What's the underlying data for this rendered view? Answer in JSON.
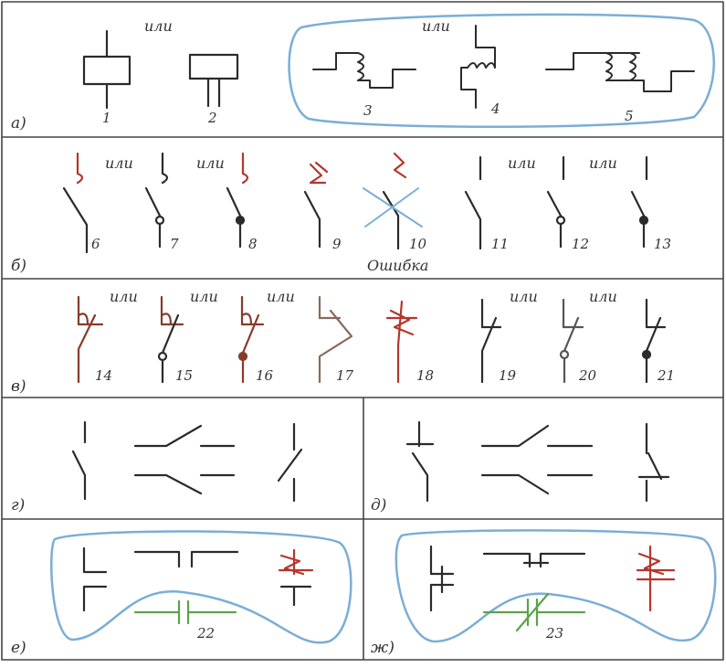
{
  "colors": {
    "ink": "#2b2b2b",
    "red": "#b5362c",
    "brown": "#8a3a2a",
    "blue": "#7aaed6",
    "green": "#5aa34a",
    "frame": "#444444"
  },
  "word_or": "или",
  "error_label": "Ошибка",
  "rows": [
    {
      "label": "а)",
      "numbers": [
        "1",
        "2",
        "3",
        "4",
        "5"
      ]
    },
    {
      "label": "б)",
      "numbers": [
        "6",
        "7",
        "8",
        "9",
        "10",
        "11",
        "12",
        "13"
      ]
    },
    {
      "label": "в)",
      "numbers": [
        "14",
        "15",
        "16",
        "17",
        "18",
        "19",
        "20",
        "21"
      ]
    },
    {
      "label": "г)",
      "numbers": []
    },
    {
      "label": "д)",
      "numbers": []
    },
    {
      "label": "е)",
      "numbers": [
        "22"
      ]
    },
    {
      "label": "ж)",
      "numbers": [
        "23"
      ]
    }
  ]
}
